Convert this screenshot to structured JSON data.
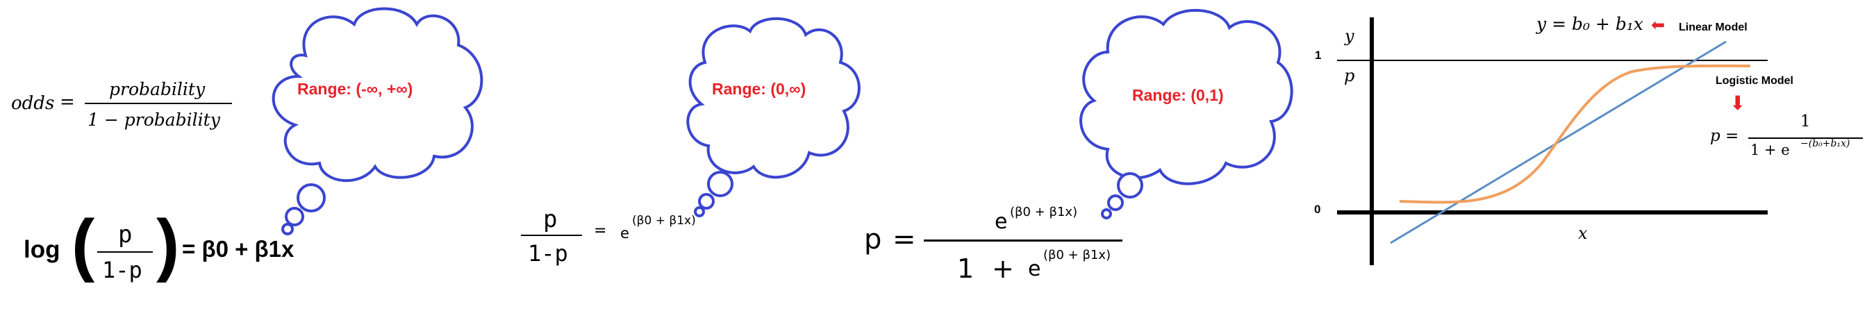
{
  "odds": {
    "lhs": "odds",
    "equals": "=",
    "numerator": "probability",
    "denominator": "1 − probability"
  },
  "cloud1": {
    "text": "Range: (-∞, +∞)"
  },
  "cloud2": {
    "text": "Range: (0,∞)"
  },
  "cloud3": {
    "text": "Range: (0,1)"
  },
  "logit": {
    "log": "log",
    "left_paren": "(",
    "right_paren": ")",
    "numerator": "p",
    "denominator": "1-p",
    "rhs": "= β0 + β1x"
  },
  "ratio": {
    "numerator": "p",
    "denominator": "1-p",
    "equals": "=",
    "base": "e",
    "exponent": "(β0 + β1x)"
  },
  "sigmoid": {
    "lhs": "p",
    "equals": "=",
    "num_base": "e",
    "num_exponent": "(β0 + β1x)",
    "den_one": "1",
    "den_plus": "+",
    "den_base": "e",
    "den_exponent": "(β0 + β1x)"
  },
  "graph": {
    "y_axis_label": "y",
    "p_label": "p",
    "x_axis_label": "x",
    "tick_one": "1",
    "tick_zero": "0",
    "linear_equation": "y = b₀ + b₁x",
    "linear_arrow": "⬅",
    "linear_model_label": "Linear Model",
    "logistic_model_label": "Logistic Model",
    "logistic_arrow": "⬇",
    "logistic_lhs": "p =",
    "logistic_numerator": "1",
    "logistic_denominator": "1 + e",
    "logistic_exponent": "−(b₀+b₁x)",
    "linear_color": "#5b8ec4",
    "logistic_color": "#f0a060",
    "arrow_color": "#e8222a"
  }
}
